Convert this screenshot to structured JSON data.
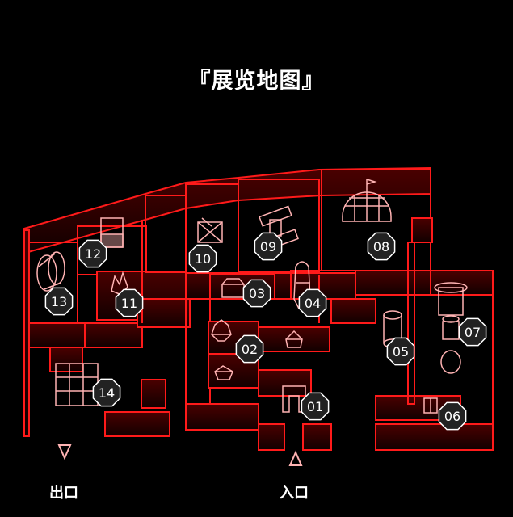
{
  "title": "『展览地图』",
  "exit_label": "出口",
  "entrance_label": "入口",
  "colors": {
    "wall": "#ff1a1a",
    "fill": "#200000",
    "model": "#ffb3b3",
    "badge": "#222222",
    "badge_border": "#ffffff"
  },
  "booths": [
    {
      "number": "01",
      "icon": "arch-icon"
    },
    {
      "number": "02",
      "icon": "gem-icon"
    },
    {
      "number": "03",
      "icon": "box-icon"
    },
    {
      "number": "04",
      "icon": "tower-icon"
    },
    {
      "number": "05",
      "icon": "cylinder-icon"
    },
    {
      "number": "06",
      "icon": "cube-icon"
    },
    {
      "number": "07",
      "icon": "lamp-icon"
    },
    {
      "number": "08",
      "icon": "dome-icon"
    },
    {
      "number": "09",
      "icon": "beam-icon"
    },
    {
      "number": "10",
      "icon": "crate-icon"
    },
    {
      "number": "11",
      "icon": "crown-icon"
    },
    {
      "number": "12",
      "icon": "frame-icon"
    },
    {
      "number": "13",
      "icon": "drum-icon"
    },
    {
      "number": "14",
      "icon": "grid-icon"
    }
  ]
}
